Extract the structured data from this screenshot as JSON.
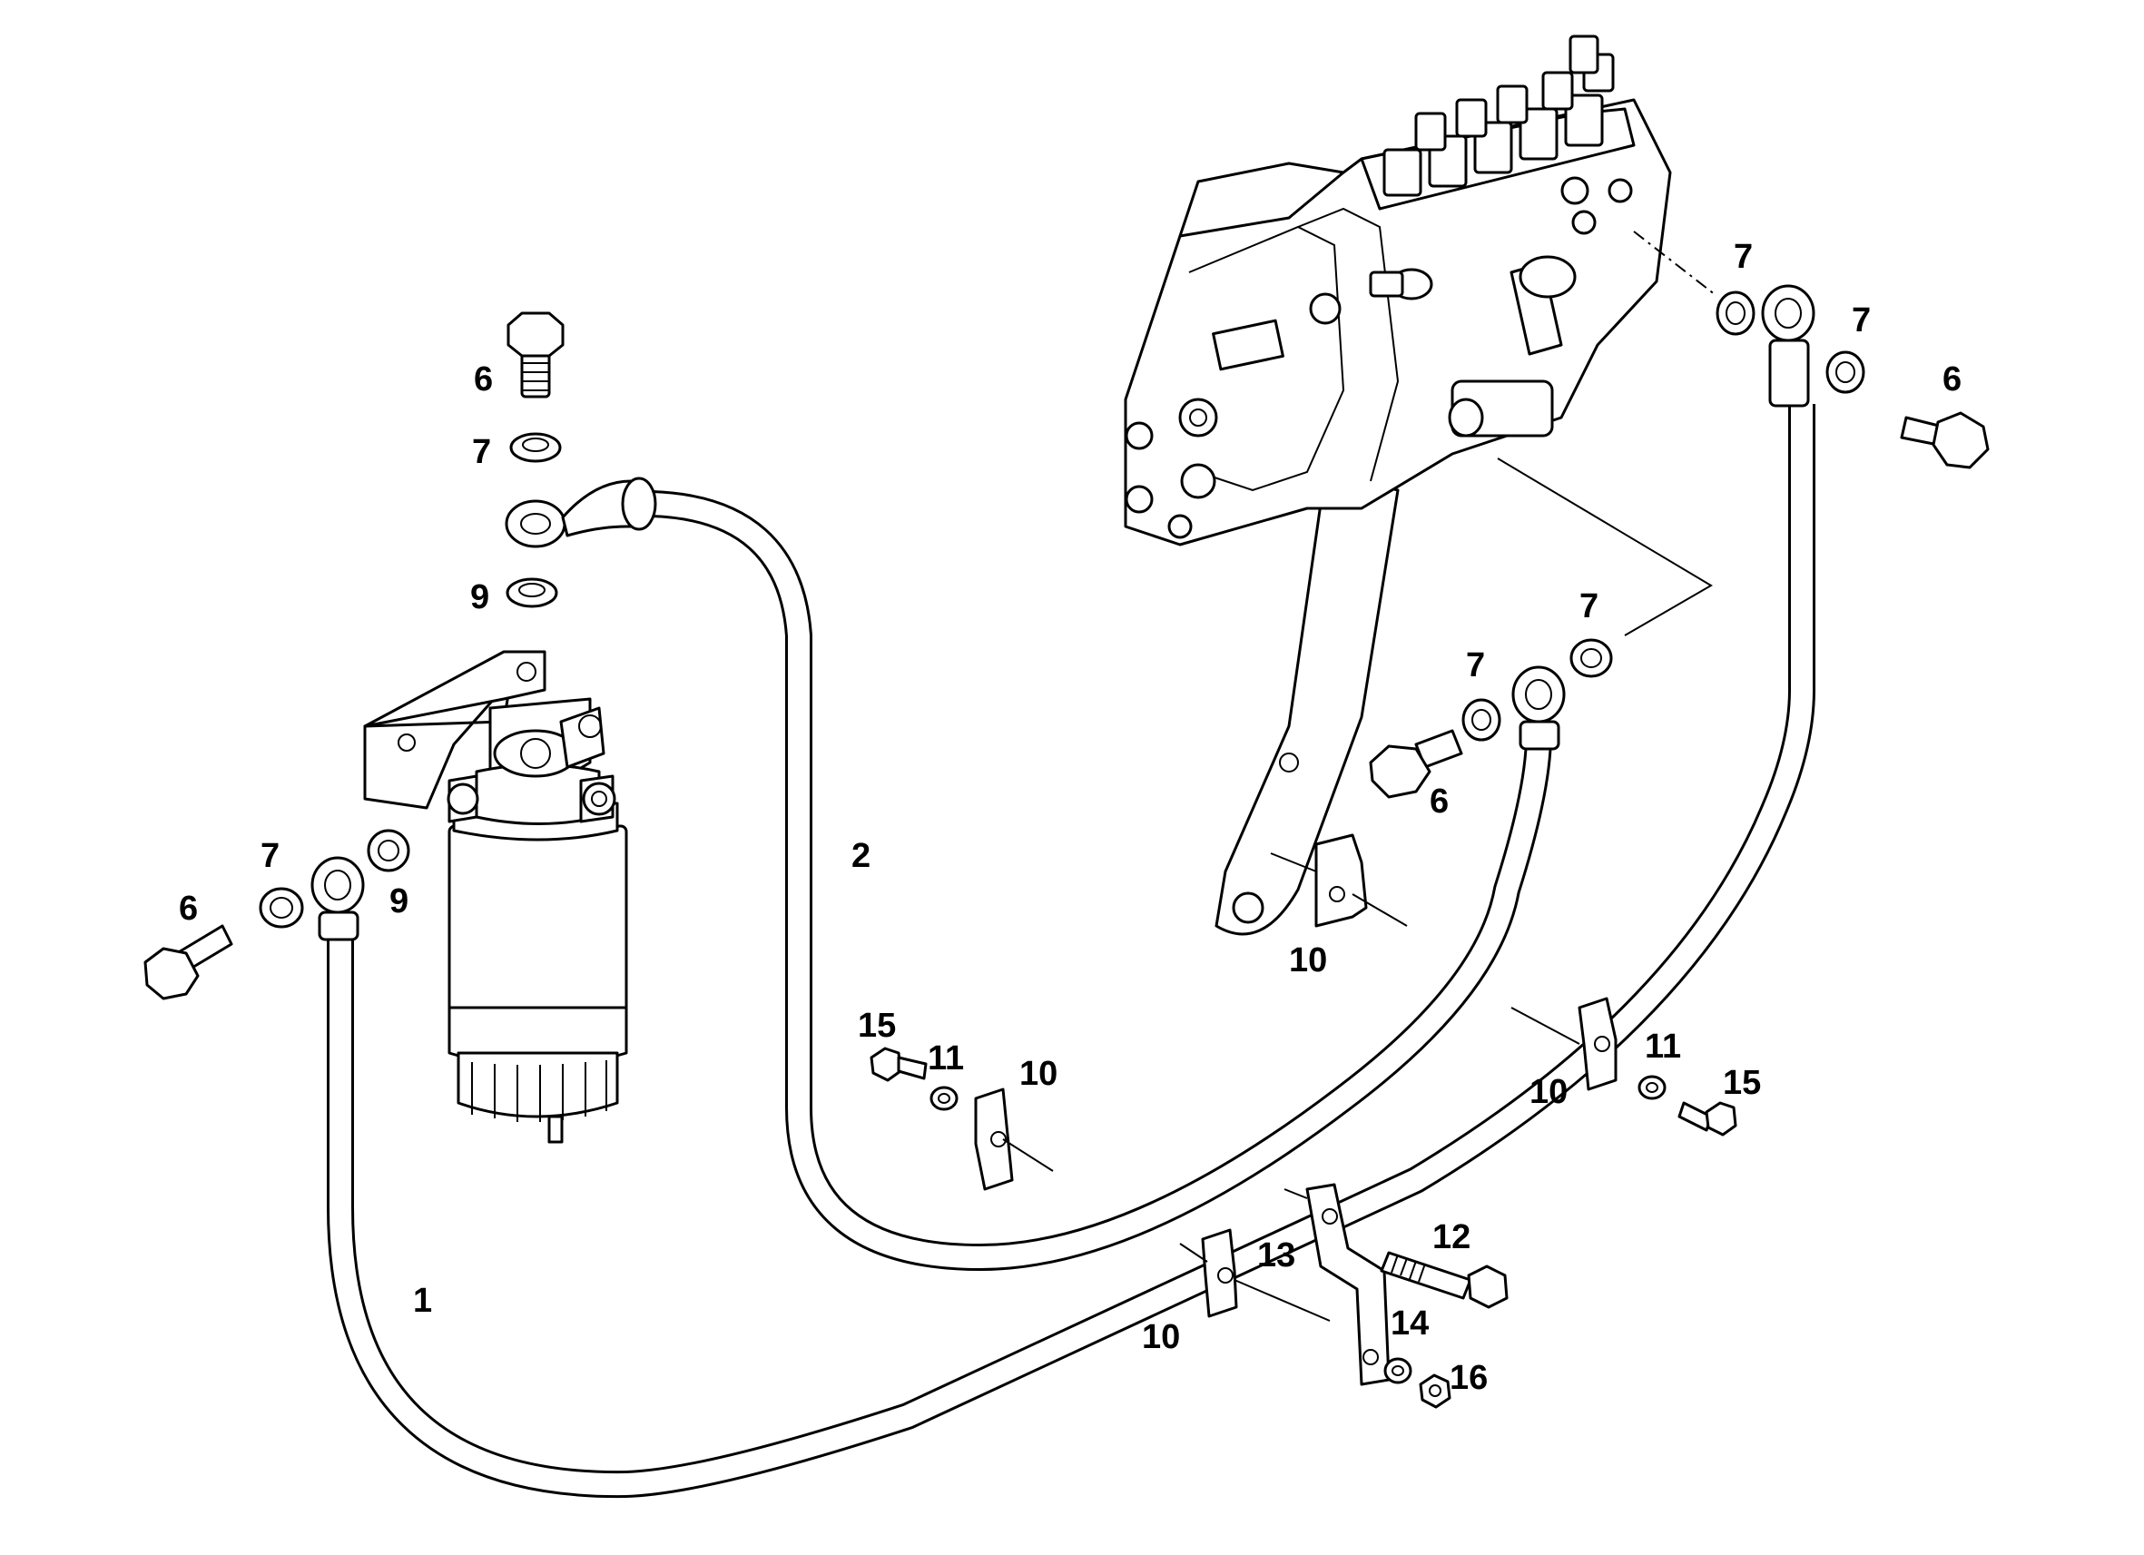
{
  "callouts": {
    "c6a": "6",
    "c6b": "6",
    "c6c": "6",
    "c6d": "6",
    "c7a": "7",
    "c7b": "7",
    "c7c": "7",
    "c7d": "7",
    "c7e": "7",
    "c7f": "7",
    "c9a": "9",
    "c9b": "9",
    "c1": "1",
    "c2": "2",
    "c10a": "10",
    "c10b": "10",
    "c10c": "10",
    "c10d": "10",
    "c11a": "11",
    "c11b": "11",
    "c12": "12",
    "c13": "13",
    "c14": "14",
    "c15a": "15",
    "c15b": "15",
    "c16": "16"
  }
}
